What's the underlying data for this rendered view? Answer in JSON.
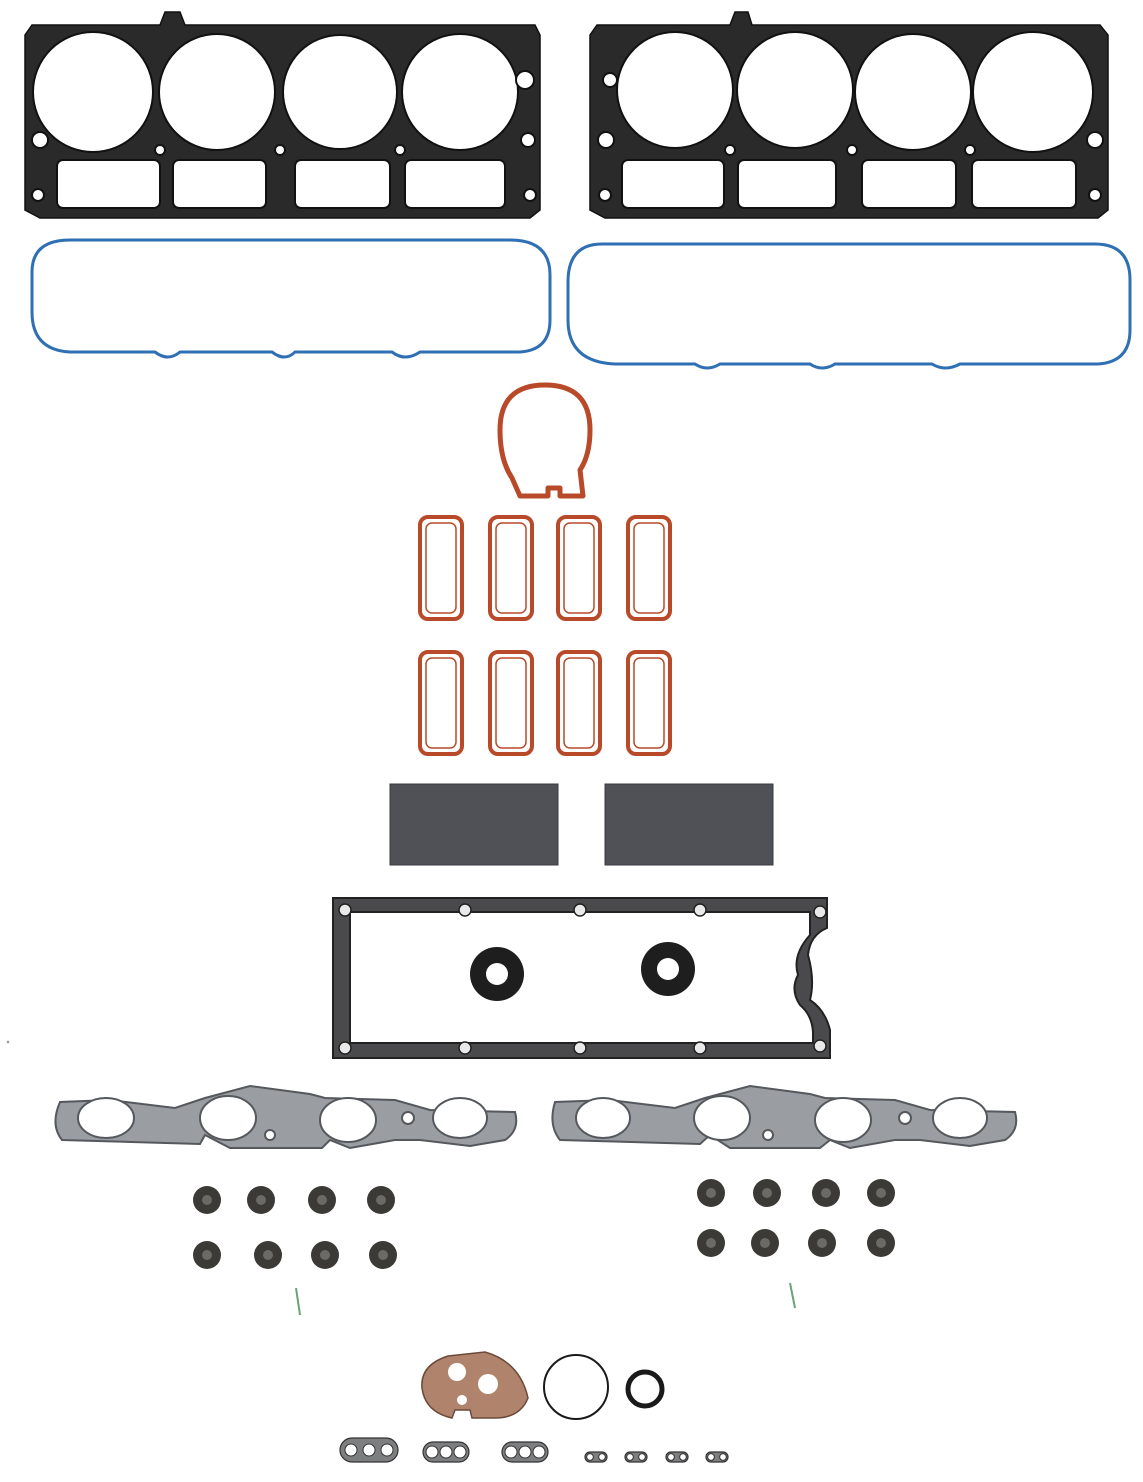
{
  "colors": {
    "background": "#ffffff",
    "head_gasket": "#2b2a2a",
    "head_gasket_hole": "#ffffff",
    "valve_cover_seal": "#2f6fb4",
    "intake_seal": "#b84a2a",
    "foam_pad": "#4f5157",
    "valley_cover": "#4a4a4c",
    "exhaust_gasket": "#9a9ea2",
    "valve_stem_seal": "#3b3a36",
    "misc_gasket_tan": "#b0836d",
    "o_ring": "#1a1a1a",
    "small_gasket": "#7d7e80"
  },
  "parts": {
    "head_gaskets": 2,
    "valve_cover_seals": 2,
    "throttle_body_gasket": 1,
    "intake_port_seals": 8,
    "foam_pads": 2,
    "valley_cover_gasket": 1,
    "exhaust_manifold_gaskets": 2,
    "valve_stem_seals": 16,
    "small_gaskets": 7,
    "o_rings": 2
  }
}
